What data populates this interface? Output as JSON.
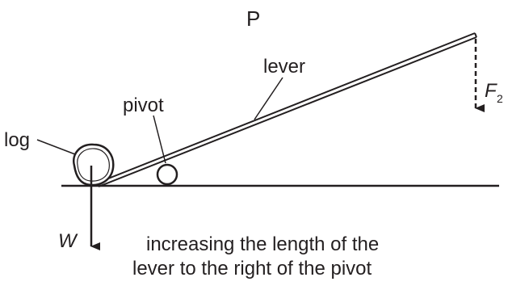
{
  "diagram": {
    "panel_label": "P",
    "labels": {
      "log": "log",
      "pivot": "pivot",
      "lever": "lever",
      "weight": "W",
      "force_symbol": "F",
      "force_subscript": "2"
    },
    "caption": {
      "line1": "increasing the length of the",
      "line2": "lever to the right of the pivot"
    }
  }
}
